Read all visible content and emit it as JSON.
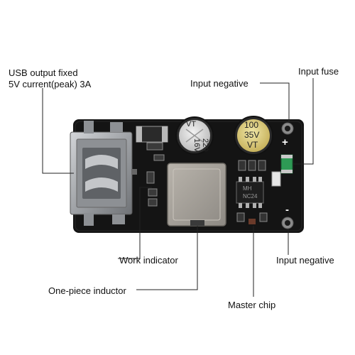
{
  "callouts": {
    "usb_line1": "USB output fixed",
    "usb_line2": "5V current(peak) 3A",
    "input_negative_top": "Input negative",
    "input_fuse": "Input fuse",
    "work_indicator": "Work indicator",
    "input_negative_bottom": "Input negative",
    "one_piece_inductor": "One-piece inductor",
    "master_chip": "Master chip"
  },
  "board": {
    "cap_left_top": "VT",
    "cap_left_mid": "16V",
    "cap_left_bottom": "220",
    "cap_right_top": "100",
    "cap_right_mid": "35V",
    "cap_right_bottom": "VT",
    "plus_sign": "+",
    "minus_sign": "-",
    "chip_marking_1": "MH",
    "chip_marking_2": "NC24"
  },
  "colors": {
    "pcb": "#141414",
    "usb_metal": "#a9abae",
    "inductor": "#a6a19a",
    "capacitor": "#2a2a2a",
    "fuse_green": "#2e9a55",
    "leader_line": "#222222"
  }
}
